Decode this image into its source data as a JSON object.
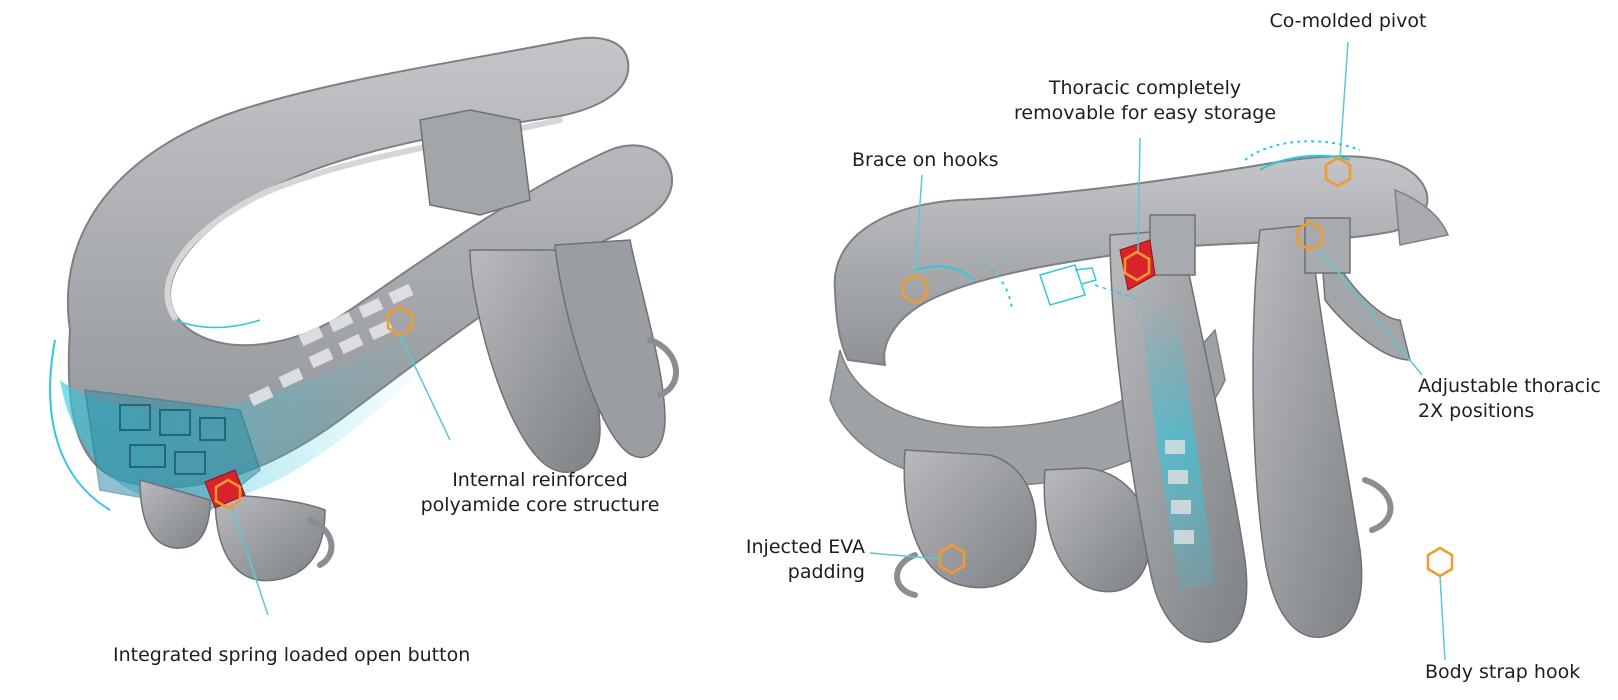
{
  "colors": {
    "brace_grey": "#a7a9ac",
    "brace_dark": "#7d8084",
    "brace_light": "#c9cbcd",
    "accent_cyan": "#34c6dc",
    "callout_orange": "#f39a2e",
    "button_red": "#d8232a",
    "leader_line": "#5bc8d6",
    "text": "#1e1e1e"
  },
  "callouts": {
    "internal_core": {
      "line1": "Internal reinforced",
      "line2": "polyamide core structure"
    },
    "spring_button": {
      "text": "Integrated spring loaded open button"
    },
    "co_molded_pivot": {
      "text": "Co-molded pivot"
    },
    "thoracic_removable": {
      "line1": "Thoracic completely",
      "line2": "removable for easy storage"
    },
    "brace_hooks": {
      "text": "Brace on hooks"
    },
    "adjustable_thoracic": {
      "line1": "Adjustable thoracic",
      "line2": "2X positions"
    },
    "injected_eva": {
      "line1": "Injected EVA",
      "line2": "padding"
    },
    "body_strap_hook": {
      "text": "Body strap hook"
    }
  }
}
